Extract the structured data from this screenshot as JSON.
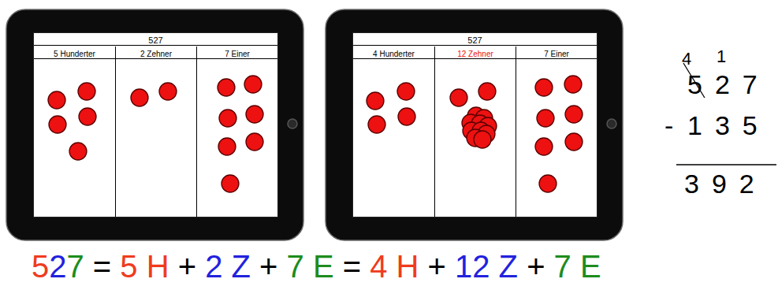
{
  "diagram": {
    "nodes": [
      {
        "text": [
          "527"
        ]
      },
      {
        "text": [
          "5 Hunderter"
        ],
        "in": 0
      },
      {
        "text": [
          "2 Zehner"
        ],
        "in": 0
      },
      {
        "text": [
          "7 Einer"
        ],
        "in": 0
      },
      {
        "text": [
          "527"
        ]
      },
      {
        "text": [
          "4 Hunderter"
        ],
        "in": 4
      },
      {
        "text": [
          "12 Zehner"
        ],
        "in": 4
      },
      {
        "text": [
          "7 Einer"
        ],
        "in": 4
      }
    ],
    "labels": [
      "4",
      "1",
      "527",
      "-",
      "135",
      "392",
      "5",
      "2",
      "7",
      "=",
      "5 H",
      "+",
      "2 Z",
      "+",
      "7 E",
      "=",
      "4 H",
      "+",
      "12 Z",
      "+",
      "7 E"
    ]
  }
}
